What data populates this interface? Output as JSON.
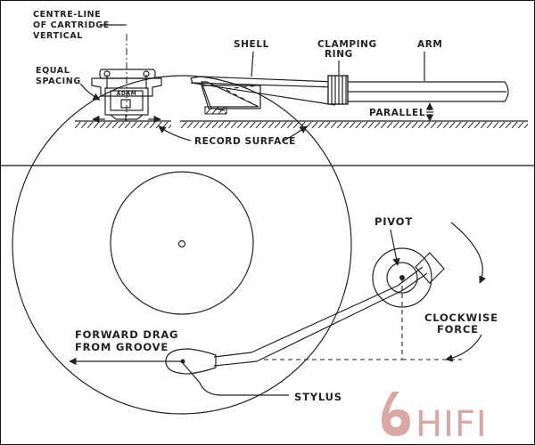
{
  "top_panel": {
    "labels": {
      "centre_line_1": "CENTRE-LINE",
      "centre_line_2": "OF CARTRIDGE",
      "centre_line_3": "VERTICAL",
      "equal_1": "EQUAL",
      "equal_2": "SPACING",
      "shell": "SHELL",
      "clamping_1": "CLAMPING",
      "clamping_2": "RING",
      "arm": "ARM",
      "parallel": "PARALLEL",
      "record_surface": "RECORD SURFACE",
      "cartridge_mark": "ADAM"
    }
  },
  "bottom_panel": {
    "labels": {
      "pivot": "PIVOT",
      "clockwise_1": "CLOCKWISE",
      "clockwise_2": "FORCE",
      "forward_1": "FORWARD DRAG",
      "forward_2": "FROM GROOVE",
      "stylus": "STYLUS"
    }
  },
  "watermark": {
    "text": "HIFI",
    "color": "#d9a7a5"
  }
}
